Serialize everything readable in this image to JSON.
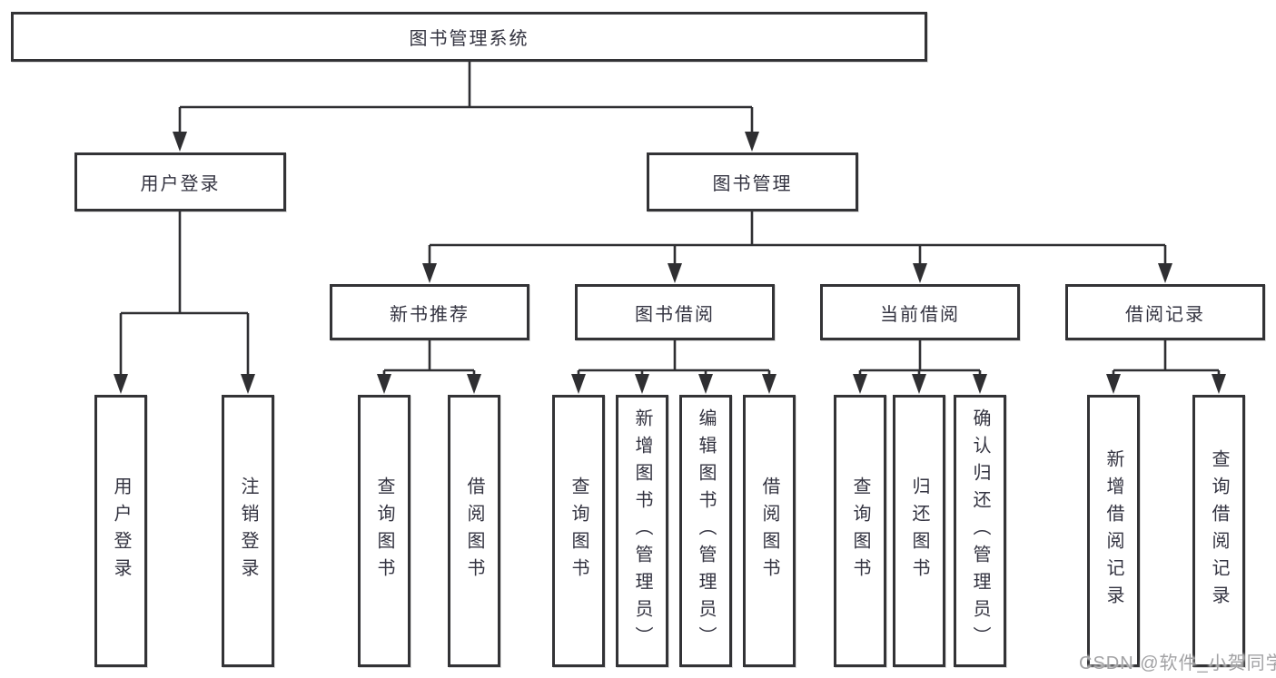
{
  "diagram": {
    "root": {
      "label": "图书管理系统",
      "children": [
        {
          "label": "用户登录",
          "children": [
            {
              "label": "用户登录"
            },
            {
              "label": "注销登录"
            }
          ]
        },
        {
          "label": "图书管理",
          "children": [
            {
              "label": "新书推荐",
              "children": [
                {
                  "label": "查询图书"
                },
                {
                  "label": "借阅图书"
                }
              ]
            },
            {
              "label": "图书借阅",
              "children": [
                {
                  "label": "查询图书"
                },
                {
                  "label": "新增图书（管理员）"
                },
                {
                  "label": "编辑图书（管理员）"
                },
                {
                  "label": "借阅图书"
                }
              ]
            },
            {
              "label": "当前借阅",
              "children": [
                {
                  "label": "查询图书"
                },
                {
                  "label": "归还图书"
                },
                {
                  "label": "确认归还（管理员）"
                }
              ]
            },
            {
              "label": "借阅记录",
              "children": [
                {
                  "label": "新增借阅记录"
                },
                {
                  "label": "查询借阅记录"
                }
              ]
            }
          ]
        }
      ]
    },
    "line_color": "#2f2f32"
  },
  "watermark": "CSDN @软件_小贺同学"
}
